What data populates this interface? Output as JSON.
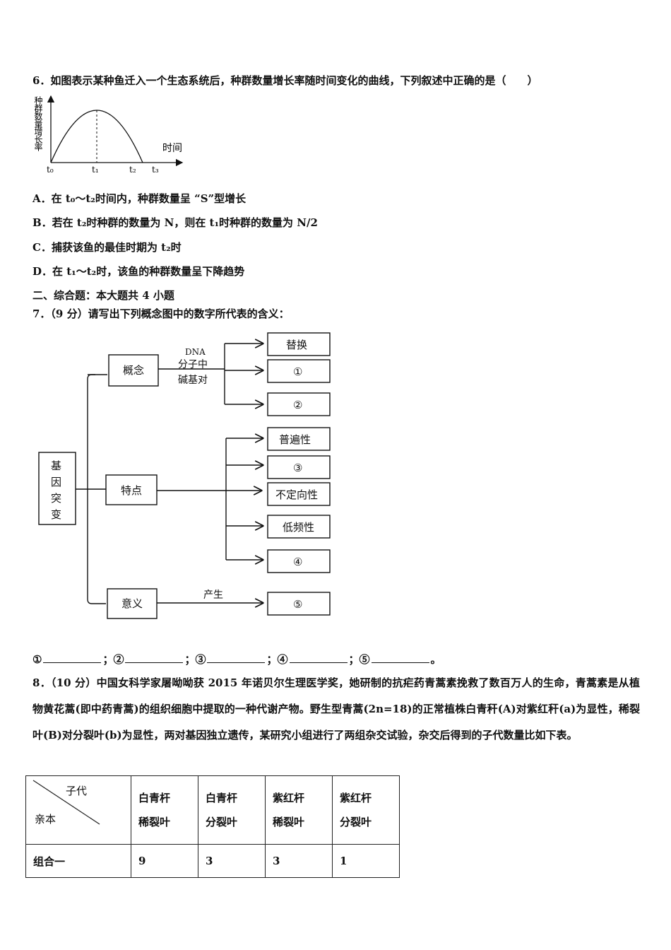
{
  "q6": {
    "text": "6．如图表示某种鱼迁入一个生态系统后，种群数量增长率随时间变化的曲线，下列叙述中正确的是（　　）",
    "graph": {
      "ylabel": "种群数量增长率",
      "xlabel": "时间",
      "ticks": [
        "t₀",
        "t₁",
        "t₂",
        "t₃"
      ]
    },
    "options": [
      "A．在 t₀～t₂时间内，种群数量呈 “S”型增长",
      "B．若在 t₂时种群的数量为 N，则在 t₁时种群的数量为 N/2",
      "C．捕获该鱼的最佳时期为 t₂时",
      "D．在 t₁～t₂时，该鱼的种群数量呈下降趋势"
    ]
  },
  "section2": "二、综合题：本大题共 4 小题",
  "q7": {
    "text": "7．（9 分）请写出下列概念图中的数字所代表的含义：",
    "diagram": {
      "root": "基\n因\n突\n变",
      "concept": "概念",
      "feature": "特点",
      "meaning": "意义",
      "dna_label": [
        "DNA",
        "分子中",
        "碱基对"
      ],
      "produce_label": "产生",
      "concept_items": [
        "替换",
        "①",
        "②"
      ],
      "feature_items": [
        "普遍性",
        "③",
        "不定向性",
        "低频性",
        "④"
      ],
      "meaning_item": "⑤"
    },
    "fill_labels": [
      "①",
      "；②",
      "；③",
      "；④",
      "；⑤",
      "。"
    ]
  },
  "q8": {
    "text": "8．（10 分）中国女科学家屠呦呦获 2015 年诺贝尔生理医学奖，她研制的抗疟药青蒿素挽救了数百万人的生命，青蒿素是从植物黄花蒿(即中药青蒿)的组织细胞中提取的一种代谢产物。野生型青蒿(2n=18)的正常植株白青秆(A)对紫红秆(a)为显性，稀裂叶(B)对分裂叶(b)为显性，两对基因独立遗传，某研究小组进行了两组杂交试验，杂交后得到的子代数量比如下表。",
    "table": {
      "corner_top": "子代",
      "corner_bottom": "亲本",
      "headers": [
        [
          "白青杆",
          "稀裂叶"
        ],
        [
          "白青杆",
          "分裂叶"
        ],
        [
          "紫红杆",
          "稀裂叶"
        ],
        [
          "紫红杆",
          "分裂叶"
        ]
      ],
      "rows": [
        {
          "label": "组合一",
          "values": [
            "9",
            "3",
            "3",
            "1"
          ]
        }
      ]
    }
  }
}
